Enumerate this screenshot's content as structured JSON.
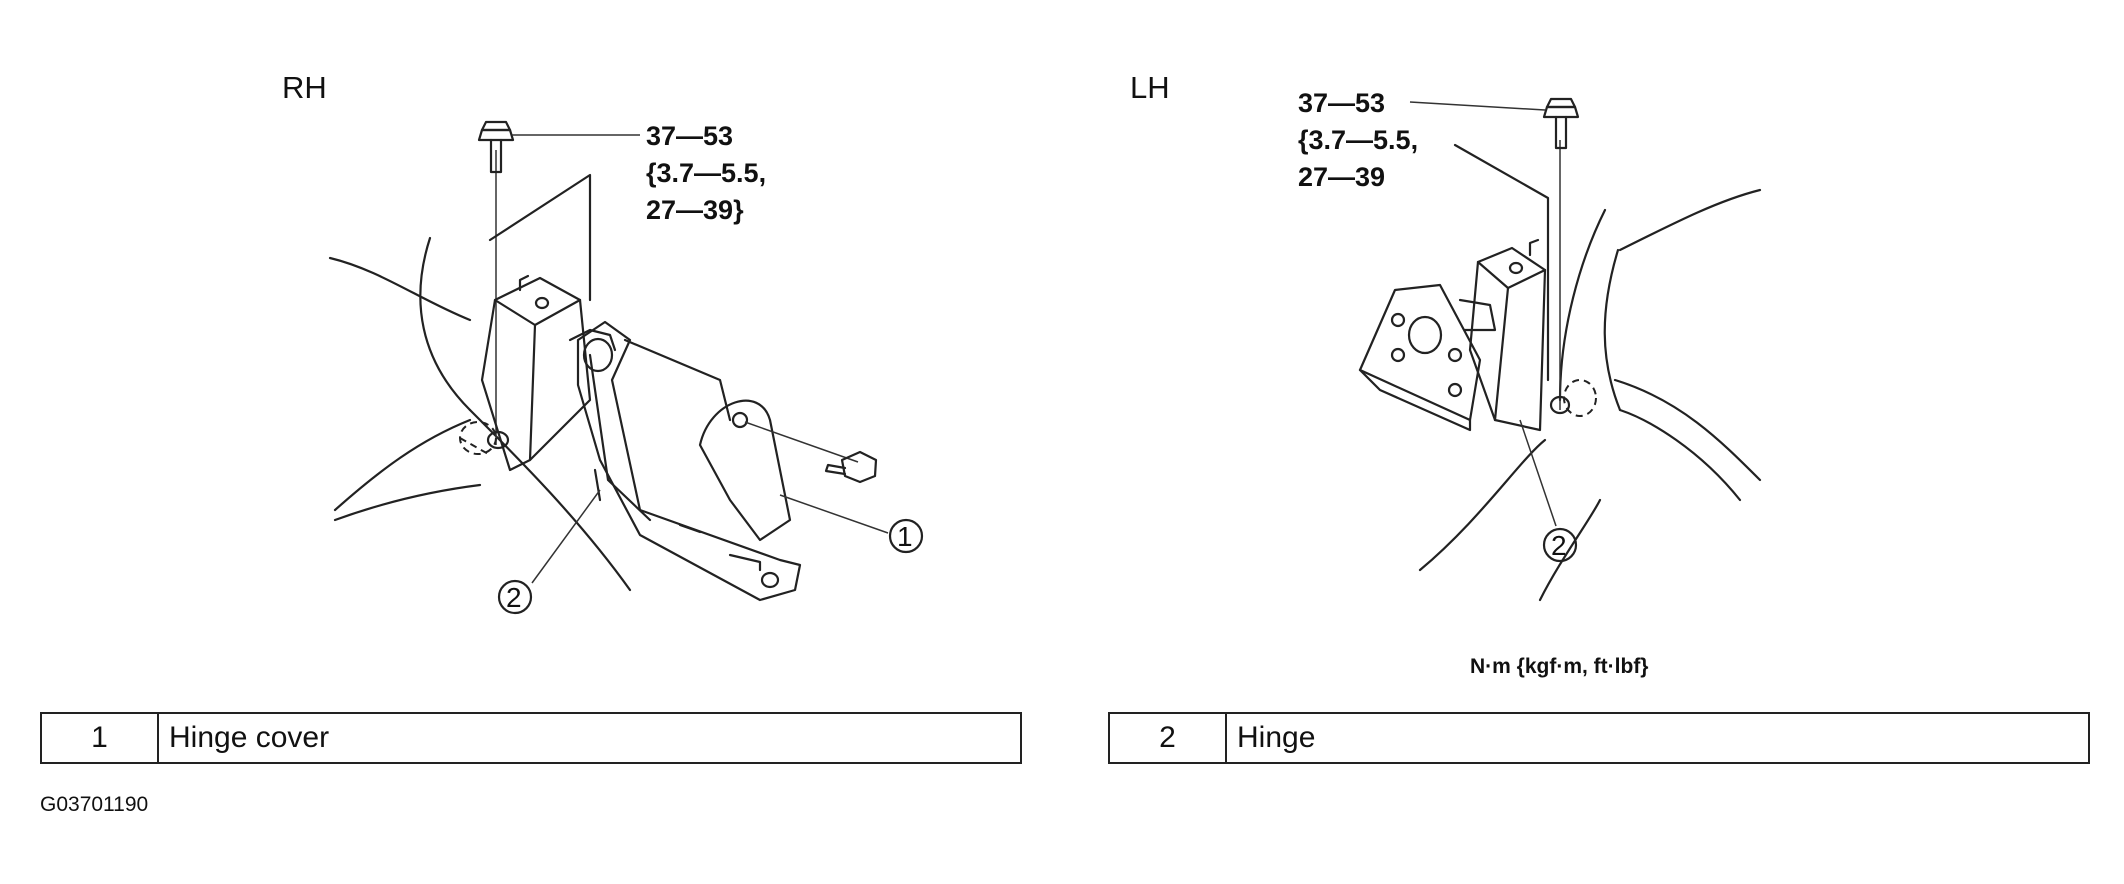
{
  "diagram": {
    "rh_label": "RH",
    "lh_label": "LH",
    "rh_torque": "37—53\n{3.7—5.5,\n27—39}",
    "lh_torque": "37—53\n{3.7—5.5,\n27—39",
    "units": "N·m {kgf·m, ft·lbf}",
    "callouts": [
      "1",
      "2",
      "2"
    ],
    "figure_code": "G03701190"
  },
  "legend": [
    {
      "num": "1",
      "name": "Hinge cover"
    },
    {
      "num": "2",
      "name": "Hinge"
    }
  ]
}
